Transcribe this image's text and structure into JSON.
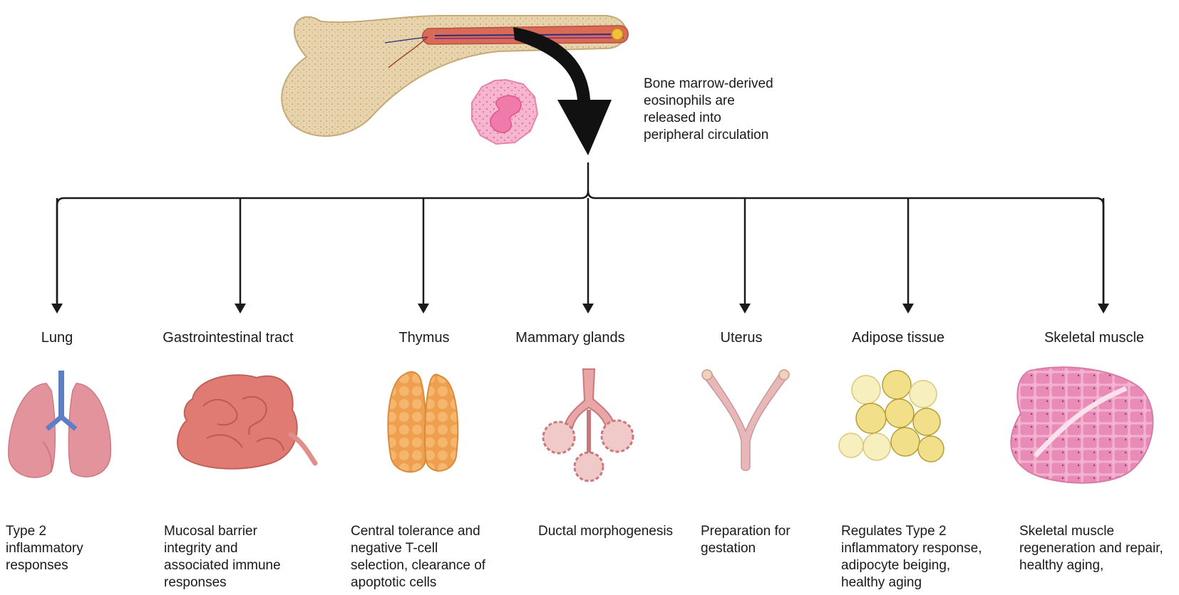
{
  "caption": "Bone marrow-derived\neosinophils are\nreleased into\nperipheral circulation",
  "organs": [
    {
      "title": "Lung",
      "function": "Type 2\ninflammatory\nresponses",
      "icon": "lung-icon"
    },
    {
      "title": "Gastrointestinal tract",
      "function": "Mucosal barrier\nintegrity and\nassociated immune\nresponses",
      "icon": "intestine-icon"
    },
    {
      "title": "Thymus",
      "function": "Central tolerance and\nnegative T-cell\nselection, clearance of\napoptotic cells",
      "icon": "thymus-icon"
    },
    {
      "title": "Mammary glands",
      "function": "Ductal morphogenesis",
      "icon": "mammary-gland-icon"
    },
    {
      "title": "Uterus",
      "function": "Preparation for\ngestation",
      "icon": "uterus-icon"
    },
    {
      "title": "Adipose tissue",
      "function": "Regulates Type 2\ninflammatory response,\nadipocyte beiging,\nhealthy aging",
      "icon": "adipose-tissue-icon"
    },
    {
      "title": "Skeletal muscle",
      "function": "Skeletal muscle\nregeneration and repair,\nhealthy aging,",
      "icon": "skeletal-muscle-icon"
    }
  ],
  "colors": {
    "bone": "#e9d6ae",
    "marrow": "#d9674f",
    "eosinophil": "#f08ab3",
    "lung": "#e48f96",
    "intestine": "#e07b74",
    "thymus": "#f2a85a",
    "mammary": "#e49a9c",
    "uterus": "#e8b7b8",
    "adipose": "#f2df8a",
    "muscle": "#e98bb7",
    "arrow": "#111111"
  }
}
